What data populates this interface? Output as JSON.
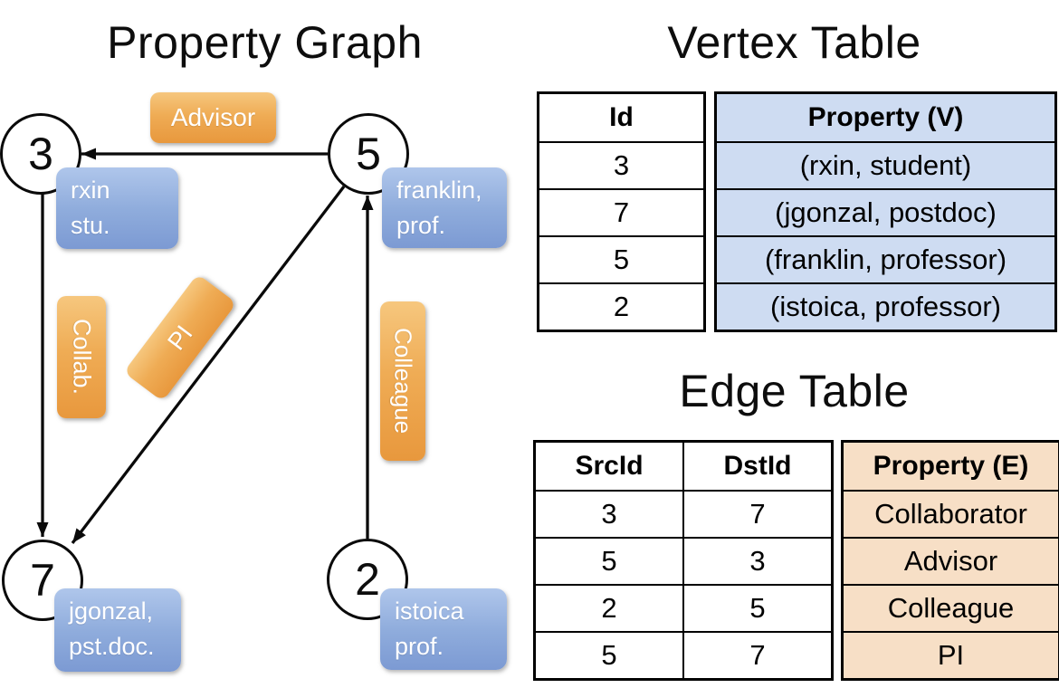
{
  "graph": {
    "title": "Property Graph",
    "nodes": [
      {
        "id": "3",
        "prop_line1": "rxin",
        "prop_line2": "stu."
      },
      {
        "id": "5",
        "prop_line1": "franklin,",
        "prop_line2": "prof."
      },
      {
        "id": "7",
        "prop_line1": "jgonzal,",
        "prop_line2": "pst.doc."
      },
      {
        "id": "2",
        "prop_line1": "istoica",
        "prop_line2": "prof."
      }
    ],
    "edge_labels": {
      "advisor": "Advisor",
      "collab": "Collab.",
      "pi": "PI",
      "colleague": "Colleague"
    },
    "edges": [
      {
        "src": "5",
        "dst": "3",
        "label": "Advisor"
      },
      {
        "src": "3",
        "dst": "7",
        "label": "Collab."
      },
      {
        "src": "5",
        "dst": "7",
        "label": "PI"
      },
      {
        "src": "2",
        "dst": "5",
        "label": "Colleague"
      }
    ]
  },
  "vertex_table": {
    "title": "Vertex Table",
    "columns": [
      "Id",
      "Property (V)"
    ],
    "rows": [
      [
        "3",
        "(rxin, student)"
      ],
      [
        "7",
        "(jgonzal, postdoc)"
      ],
      [
        "5",
        "(franklin, professor)"
      ],
      [
        "2",
        "(istoica, professor)"
      ]
    ]
  },
  "edge_table": {
    "title": "Edge Table",
    "columns": [
      "SrcId",
      "DstId",
      "Property (E)"
    ],
    "rows": [
      [
        "3",
        "7",
        "Collaborator"
      ],
      [
        "5",
        "3",
        "Advisor"
      ],
      [
        "2",
        "5",
        "Colleague"
      ],
      [
        "5",
        "7",
        "PI"
      ]
    ]
  },
  "colors": {
    "edge_label_fill": "#EFAC55",
    "vertex_label_fill": "#8FACDC",
    "vertex_property_column_fill": "#CEDCF2",
    "edge_property_column_fill": "#F7DFC6",
    "line_color": "#000000"
  }
}
